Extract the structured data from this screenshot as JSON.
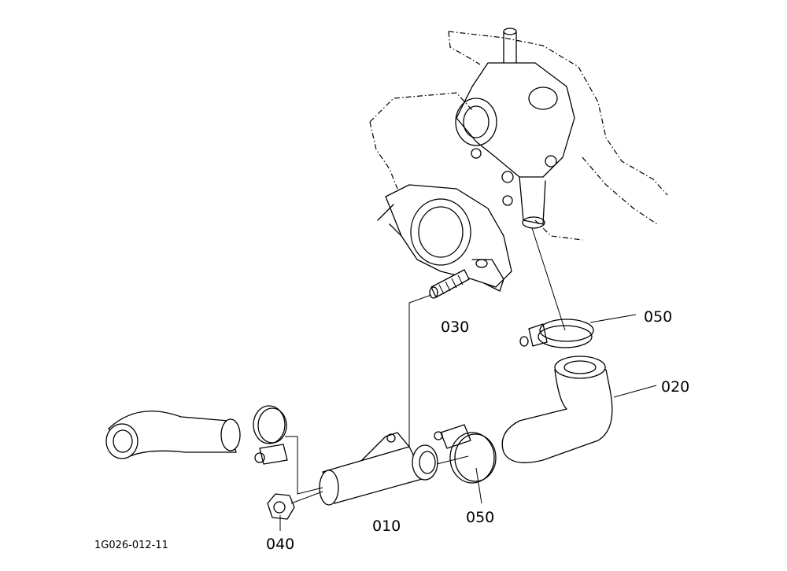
{
  "drawing_code": "1G026-012-11",
  "labels": {
    "p010": "010",
    "p020": "020",
    "p030": "030",
    "p040": "040",
    "p050_upper": "050",
    "p050_lower": "050"
  }
}
